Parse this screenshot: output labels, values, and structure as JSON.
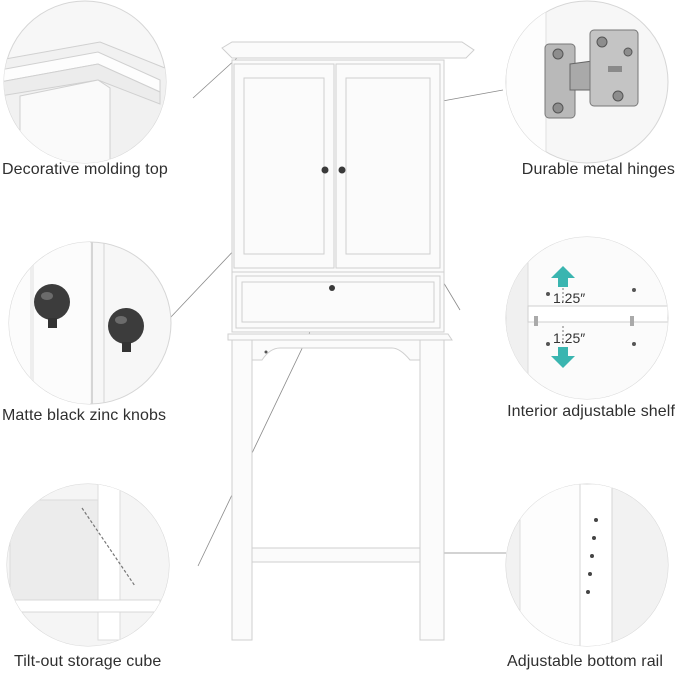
{
  "callouts": {
    "top_left": {
      "label": "Decorative molding top",
      "icon": "molding-top-icon"
    },
    "top_right": {
      "label": "Durable metal hinges",
      "icon": "hinge-icon"
    },
    "mid_left": {
      "label": "Matte black zinc knobs",
      "icon": "knob-icon"
    },
    "mid_right": {
      "label": "Interior adjustable shelf",
      "icon": "shelf-icon"
    },
    "bottom_left": {
      "label": "Tilt-out storage cube",
      "icon": "chain-icon"
    },
    "bottom_right": {
      "label": "Adjustable bottom rail",
      "icon": "rail-icon"
    }
  },
  "shelf_detail": {
    "upper_measure": "1.25″",
    "lower_measure": "1.25″",
    "arrow_color": "#3ab5b0"
  },
  "colors": {
    "cabinet": "#fbfbfb",
    "outline": "#cfcfcf",
    "knob": "#3a3a3a",
    "leader_line": "#8a8a8a"
  }
}
